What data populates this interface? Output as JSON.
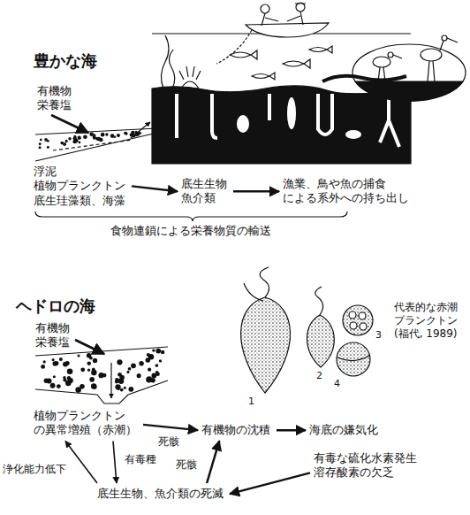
{
  "diagram": {
    "nodes": [
      {
        "text": [
          "浮泥 植物プランクトン 底生珪藻類、海藻"
        ]
      },
      {
        "text": [
          "底生生物 魚介類"
        ]
      },
      {
        "text": [
          "漁業、鳥や魚の捕食 による系外への持ち出し"
        ]
      },
      {
        "text": [
          "植物プランクトン の異常増殖（赤潮）"
        ]
      },
      {
        "text": [
          "有機物の沈積"
        ]
      },
      {
        "text": [
          "海底の嫌気化"
        ]
      },
      {
        "text": [
          "有毒な硫化水素発生 溶存酸素の欠乏"
        ]
      },
      {
        "text": [
          "底生生物、魚介類の死滅"
        ]
      }
    ],
    "edges": [
      {
        "from": 0,
        "to": 1,
        "arrow": "to"
      },
      {
        "from": 1,
        "to": 2,
        "arrow": "to"
      },
      {
        "from": 3,
        "to": 4,
        "label": "死骸",
        "arrow": "to"
      },
      {
        "from": 4,
        "to": 5,
        "arrow": "to"
      },
      {
        "from": 6,
        "to": 7,
        "arrow": "to"
      },
      {
        "from": 7,
        "to": 4,
        "label": "死骸",
        "arrow": "to"
      },
      {
        "from": 3,
        "to": 7,
        "label": "有毒種",
        "arrow": "to"
      },
      {
        "from": 7,
        "to": 3,
        "label": "浄化能力低下",
        "arrow": "to"
      }
    ],
    "labels": [
      "豊かな海",
      "有機物 栄養塩",
      "食物連鎖による栄養物質の輸送",
      "ヘドロの海",
      "有機物 栄養塩",
      "代表的な赤潮 プランクトン (福代, 1989)",
      "1",
      "2",
      "3",
      "4"
    ]
  }
}
